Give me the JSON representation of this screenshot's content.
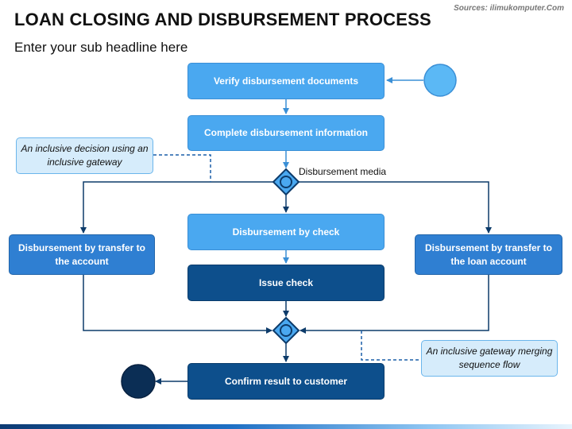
{
  "header": {
    "title": "LOAN CLOSING AND DISBURSEMENT PROCESS",
    "subtitle": "Enter your sub headline here",
    "source": "Sources: ilimukomputer.Com"
  },
  "diagram": {
    "nodes": {
      "verify": "Verify disbursement documents",
      "complete": "Complete disbursement information",
      "check": "Disbursement by check",
      "issue": "Issue check",
      "transfer_account": "Disbursement by transfer to the account",
      "transfer_loan": "Disbursement by transfer to the loan account",
      "confirm": "Confirm result to customer"
    },
    "gateway_label": "Disbursement media",
    "notes": {
      "inclusive_decision": "An inclusive decision using an inclusive gateway",
      "merging": "An inclusive gateway merging sequence flow"
    },
    "colors": {
      "light": "#4aa8f0",
      "mid": "#2f7fd2",
      "dark": "#0d4f8c",
      "start_event": "#5bb8f5",
      "end_event": "#0b2e55",
      "note_fill": "#d6ecfb"
    }
  }
}
